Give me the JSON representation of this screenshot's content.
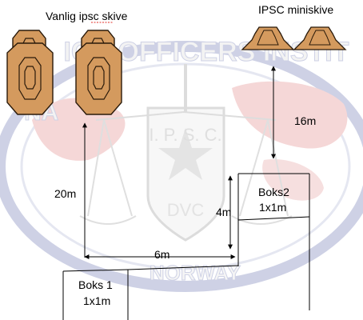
{
  "labels": {
    "standard_target": "Vanlig ipsc skive",
    "mini_target": "IPSC miniskive",
    "dist_20m": "20m",
    "dist_16m": "16m",
    "dist_4m": "4m",
    "dist_6m": "6m",
    "box1_name": "Boks 1",
    "box1_size": "1x1m",
    "box2_name": "Boks2",
    "box2_size": "1x1m"
  },
  "watermark": {
    "top_arc": "IGE OFFICERS INSTIT",
    "left_arc": "NA",
    "center_text": "I. P. S. C.",
    "bottom_arc": "NORWAY",
    "monogram": "DVC"
  },
  "colors": {
    "target_fill": "#d49a5e",
    "target_stroke": "#2a1a0a",
    "line": "#000000",
    "watermark_red": "#f2c7c7",
    "watermark_blue": "#c9cde3",
    "watermark_gray": "#d9d9d9"
  }
}
